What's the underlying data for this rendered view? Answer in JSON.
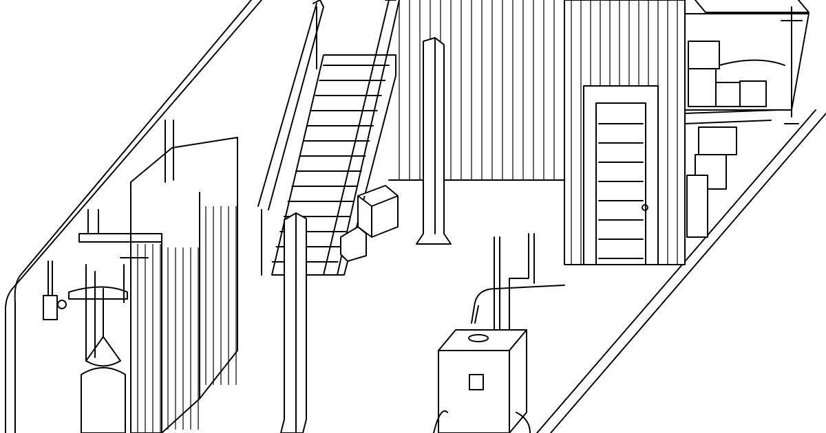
{
  "illustration": {
    "style": "black line drawing on white",
    "ink_color": "#000000",
    "background_color": "#ffffff",
    "objects": [
      "wall-outline",
      "staircase",
      "back-wall-planks",
      "storage-closet",
      "closet-door",
      "shower-stalls",
      "water-heater",
      "furnace",
      "support-posts",
      "storage-shelves",
      "boxes"
    ]
  }
}
